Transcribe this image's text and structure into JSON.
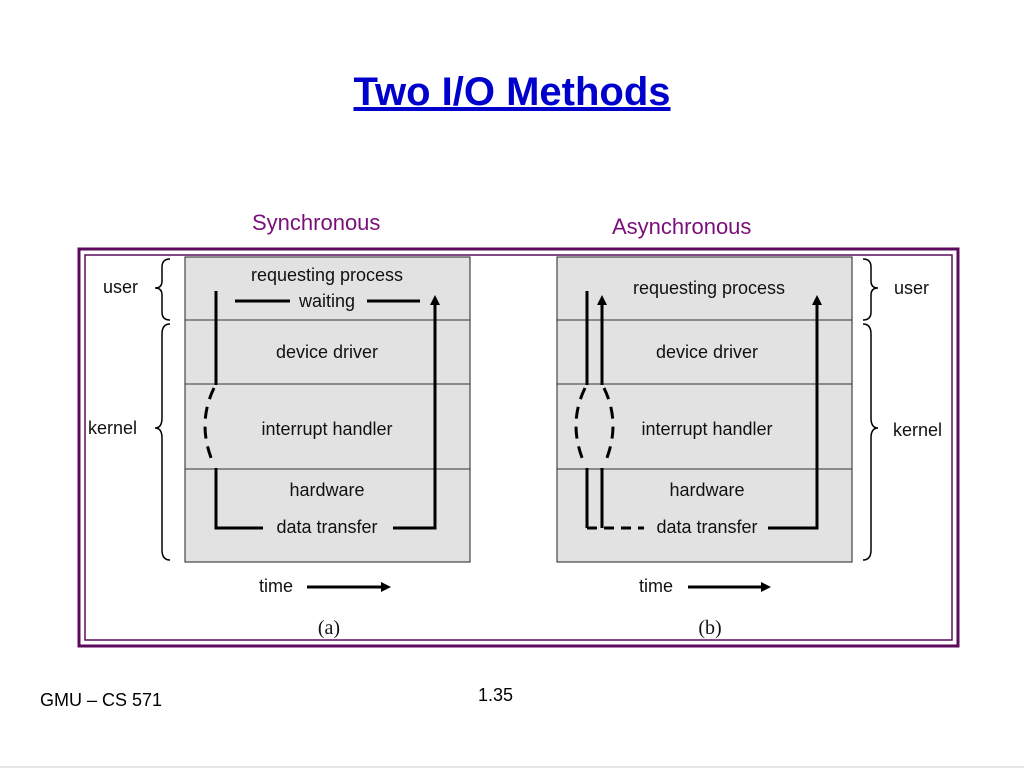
{
  "slide": {
    "title": "Two I/O Methods",
    "footer_left": "GMU – CS 571",
    "slide_number": "1.35"
  },
  "sync": {
    "heading": "Synchronous",
    "layers": {
      "requesting": "requesting process",
      "waiting": "waiting",
      "driver": "device driver",
      "handler": "interrupt handler",
      "hardware": "hardware",
      "transfer": "data transfer"
    },
    "user_label": "user",
    "kernel_label": "kernel",
    "time_label": "time",
    "caption": "(a)"
  },
  "async": {
    "heading": "Asynchronous",
    "layers": {
      "requesting": "requesting process",
      "driver": "device driver",
      "handler": "interrupt handler",
      "hardware": "hardware",
      "transfer": "data transfer"
    },
    "user_label": "user",
    "kernel_label": "kernel",
    "time_label": "time",
    "caption": "(b)"
  },
  "colors": {
    "title": "#0000cc",
    "subheading": "#7a0f7a",
    "frame": "#5c0b5c",
    "panel_bg": "#e2e2e2"
  }
}
